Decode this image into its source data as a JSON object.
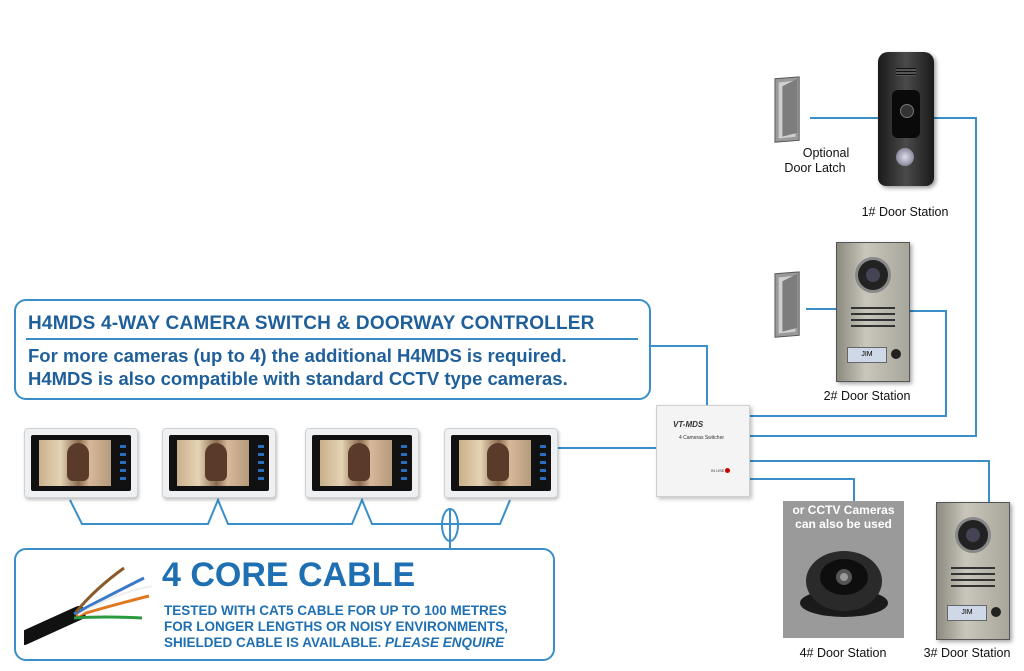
{
  "controller_box": {
    "title": "H4MDS 4-WAY CAMERA SWITCH & DOORWAY CONTROLLER",
    "line1": "For more cameras (up to 4) the additional H4MDS is required.",
    "line2": "H4MDS is also compatible with standard CCTV type cameras."
  },
  "cable_box": {
    "title": "4 CORE CABLE",
    "line1": "TESTED WITH CAT5 CABLE FOR UP TO 100 METRES",
    "line2": "FOR LONGER LENGTHS OR NOISY ENVIRONMENTS,",
    "line3_plain": "SHIELDED CABLE IS AVAILABLE.",
    "line3_italic": "PLEASE ENQUIRE"
  },
  "switch_unit": {
    "model": "VT-MDS",
    "subtitle": "4 Cameras Switcher",
    "led_label": "IN USE"
  },
  "labels": {
    "optional_latch_line1": "Optional",
    "optional_latch_line2": "Door Latch",
    "station1": "1# Door Station",
    "station2": "2# Door Station",
    "station3": "3# Door Station",
    "station4": "4# Door Station",
    "cctv_line1": "or CCTV Cameras",
    "cctv_line2": "can also be used",
    "nameplate2": "JIM",
    "nameplate3": "JIM"
  },
  "colors": {
    "wire": "#3a8fc8",
    "text_blue": "#1f5f9a"
  }
}
